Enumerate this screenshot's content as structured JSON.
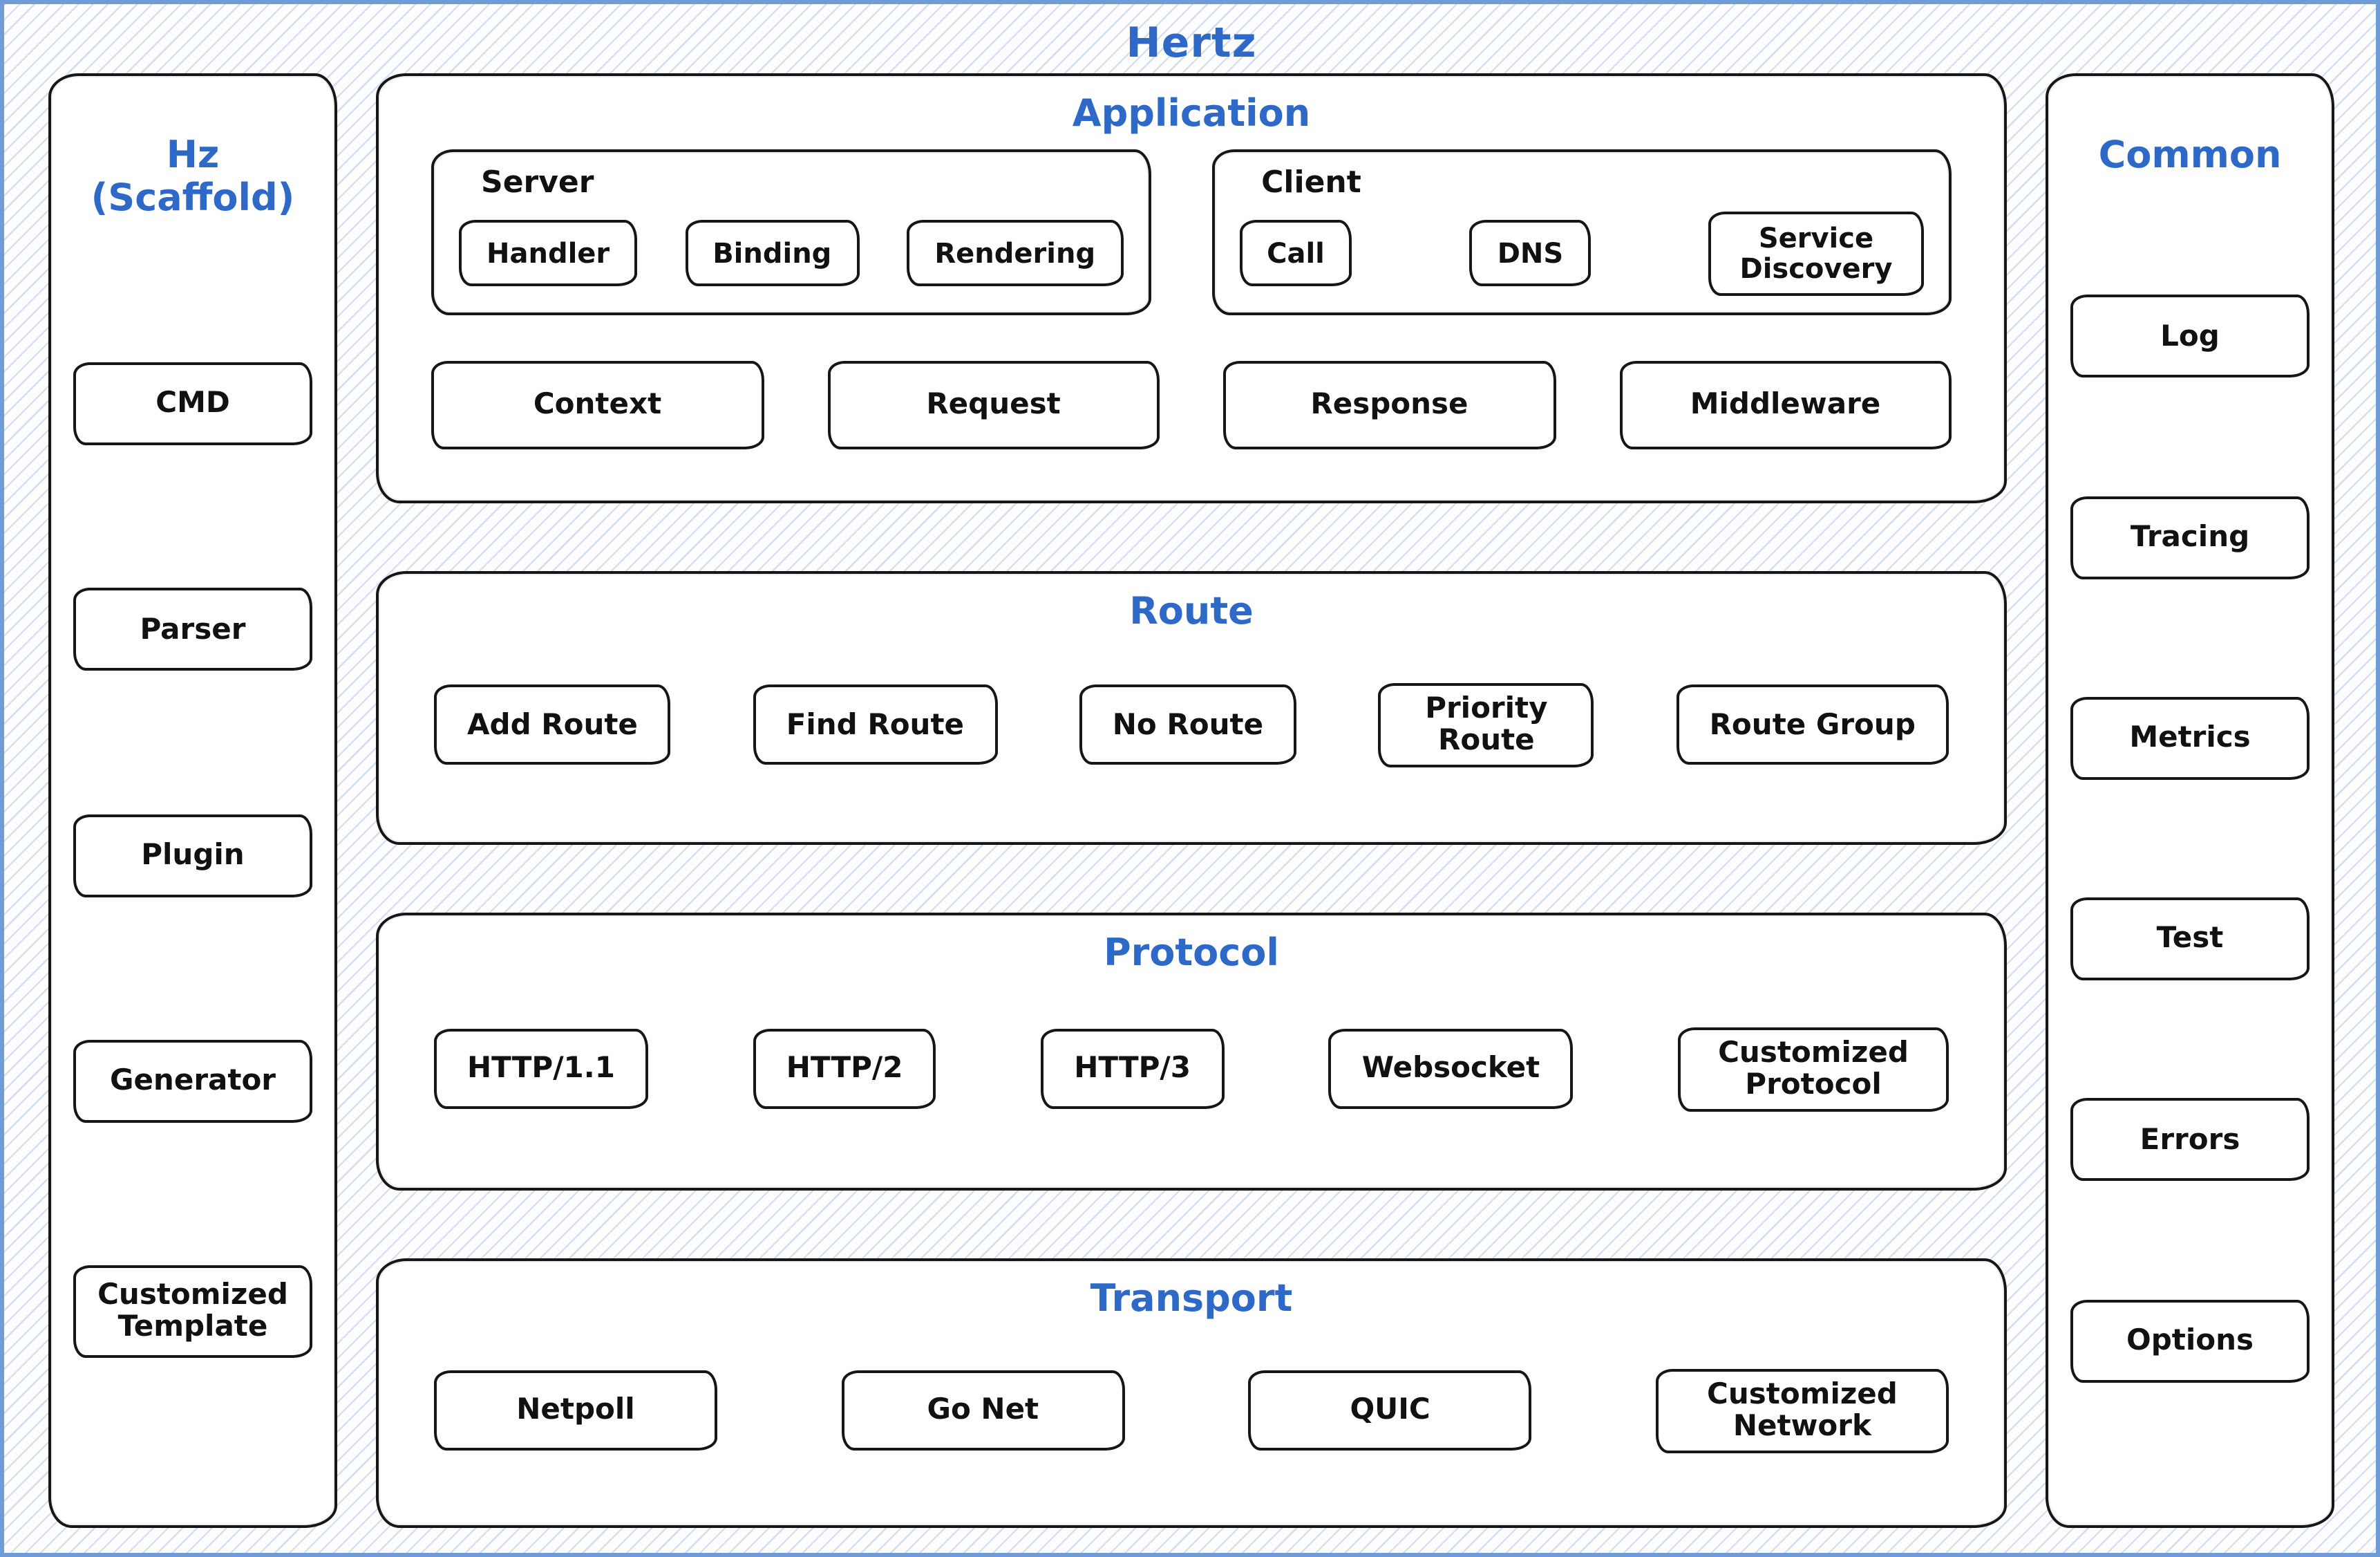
{
  "title": "Hertz",
  "colors": {
    "accent_blue": "#2e69c7",
    "frame_blue": "#6f9bd9",
    "hatch_blue": "#88aada",
    "stroke_black": "#161616",
    "box_fill": "#ffffff"
  },
  "scaffold": {
    "title": "Hz (Scaffold)",
    "items": [
      "CMD",
      "Parser",
      "Plugin",
      "Generator",
      "Customized Template"
    ]
  },
  "common": {
    "title": "Common",
    "items": [
      "Log",
      "Tracing",
      "Metrics",
      "Test",
      "Errors",
      "Options"
    ]
  },
  "application": {
    "title": "Application",
    "server": {
      "title": "Server",
      "items": [
        "Handler",
        "Binding",
        "Rendering"
      ]
    },
    "client": {
      "title": "Client",
      "items": [
        "Call",
        "DNS",
        "Service Discovery"
      ]
    },
    "row": [
      "Context",
      "Request",
      "Response",
      "Middleware"
    ]
  },
  "route": {
    "title": "Route",
    "items": [
      "Add Route",
      "Find Route",
      "No Route",
      "Priority Route",
      "Route Group"
    ]
  },
  "protocol": {
    "title": "Protocol",
    "items": [
      "HTTP/1.1",
      "HTTP/2",
      "HTTP/3",
      "Websocket",
      "Customized Protocol"
    ]
  },
  "transport": {
    "title": "Transport",
    "items": [
      "Netpoll",
      "Go Net",
      "QUIC",
      "Customized Network"
    ]
  }
}
